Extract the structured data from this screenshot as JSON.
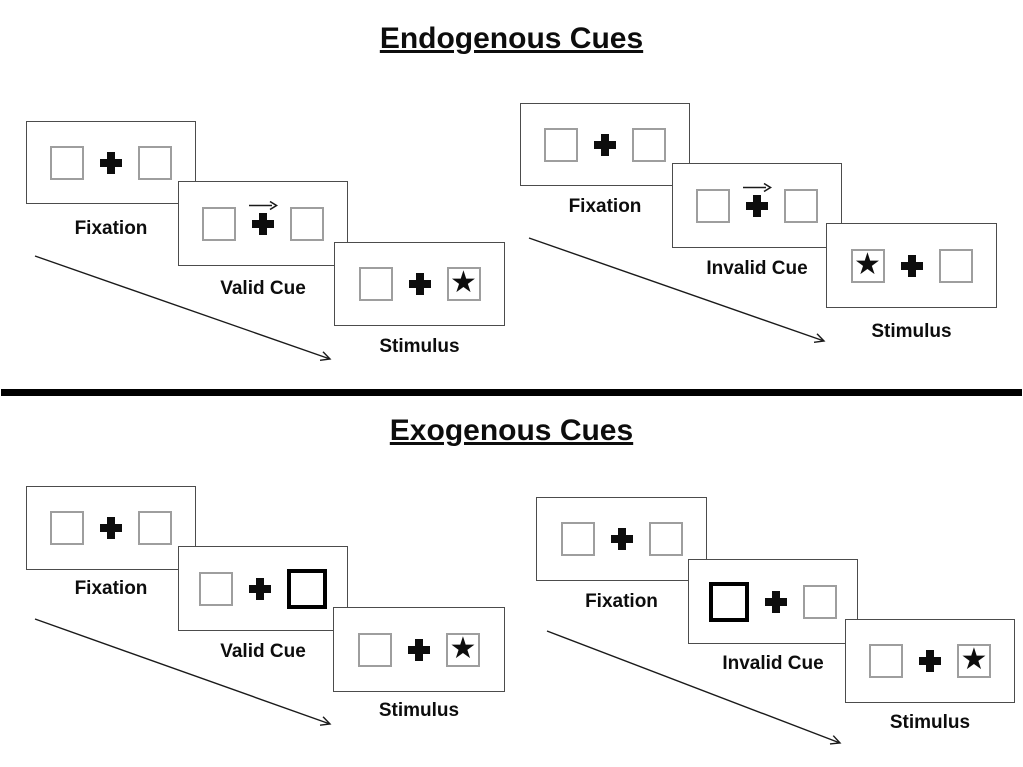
{
  "colors": {
    "background": "#ffffff",
    "ink": "#000000",
    "panel_border": "#4c4c4c",
    "placeholder_box_border": "#9e9e9e",
    "cue_box_border": "#000000"
  },
  "icons": {
    "star": "★",
    "plus": "plus-cross",
    "cue_arrow": "right-arrow",
    "timeline_arrow": "diagonal-right-down-arrow"
  },
  "sections": [
    {
      "title": "Endogenous Cues",
      "groups": [
        {
          "name": "endogenous-valid-sequence",
          "panels": [
            {
              "label": "Fixation",
              "type": "fixation"
            },
            {
              "label": "Valid Cue",
              "type": "arrow-cue",
              "arrow_direction": "right"
            },
            {
              "label": "Stimulus",
              "type": "stimulus",
              "star_position": "right"
            }
          ]
        },
        {
          "name": "endogenous-invalid-sequence",
          "panels": [
            {
              "label": "Fixation",
              "type": "fixation"
            },
            {
              "label": "Invalid Cue",
              "type": "arrow-cue",
              "arrow_direction": "right"
            },
            {
              "label": "Stimulus",
              "type": "stimulus",
              "star_position": "left"
            }
          ]
        }
      ]
    },
    {
      "title": "Exogenous Cues",
      "groups": [
        {
          "name": "exogenous-valid-sequence",
          "panels": [
            {
              "label": "Fixation",
              "type": "fixation"
            },
            {
              "label": "Valid Cue",
              "type": "box-cue",
              "highlight_position": "right"
            },
            {
              "label": "Stimulus",
              "type": "stimulus",
              "star_position": "right"
            }
          ]
        },
        {
          "name": "exogenous-invalid-sequence",
          "panels": [
            {
              "label": "Fixation",
              "type": "fixation"
            },
            {
              "label": "Invalid Cue",
              "type": "box-cue",
              "highlight_position": "left"
            },
            {
              "label": "Stimulus",
              "type": "stimulus",
              "star_position": "right"
            }
          ]
        }
      ]
    }
  ]
}
